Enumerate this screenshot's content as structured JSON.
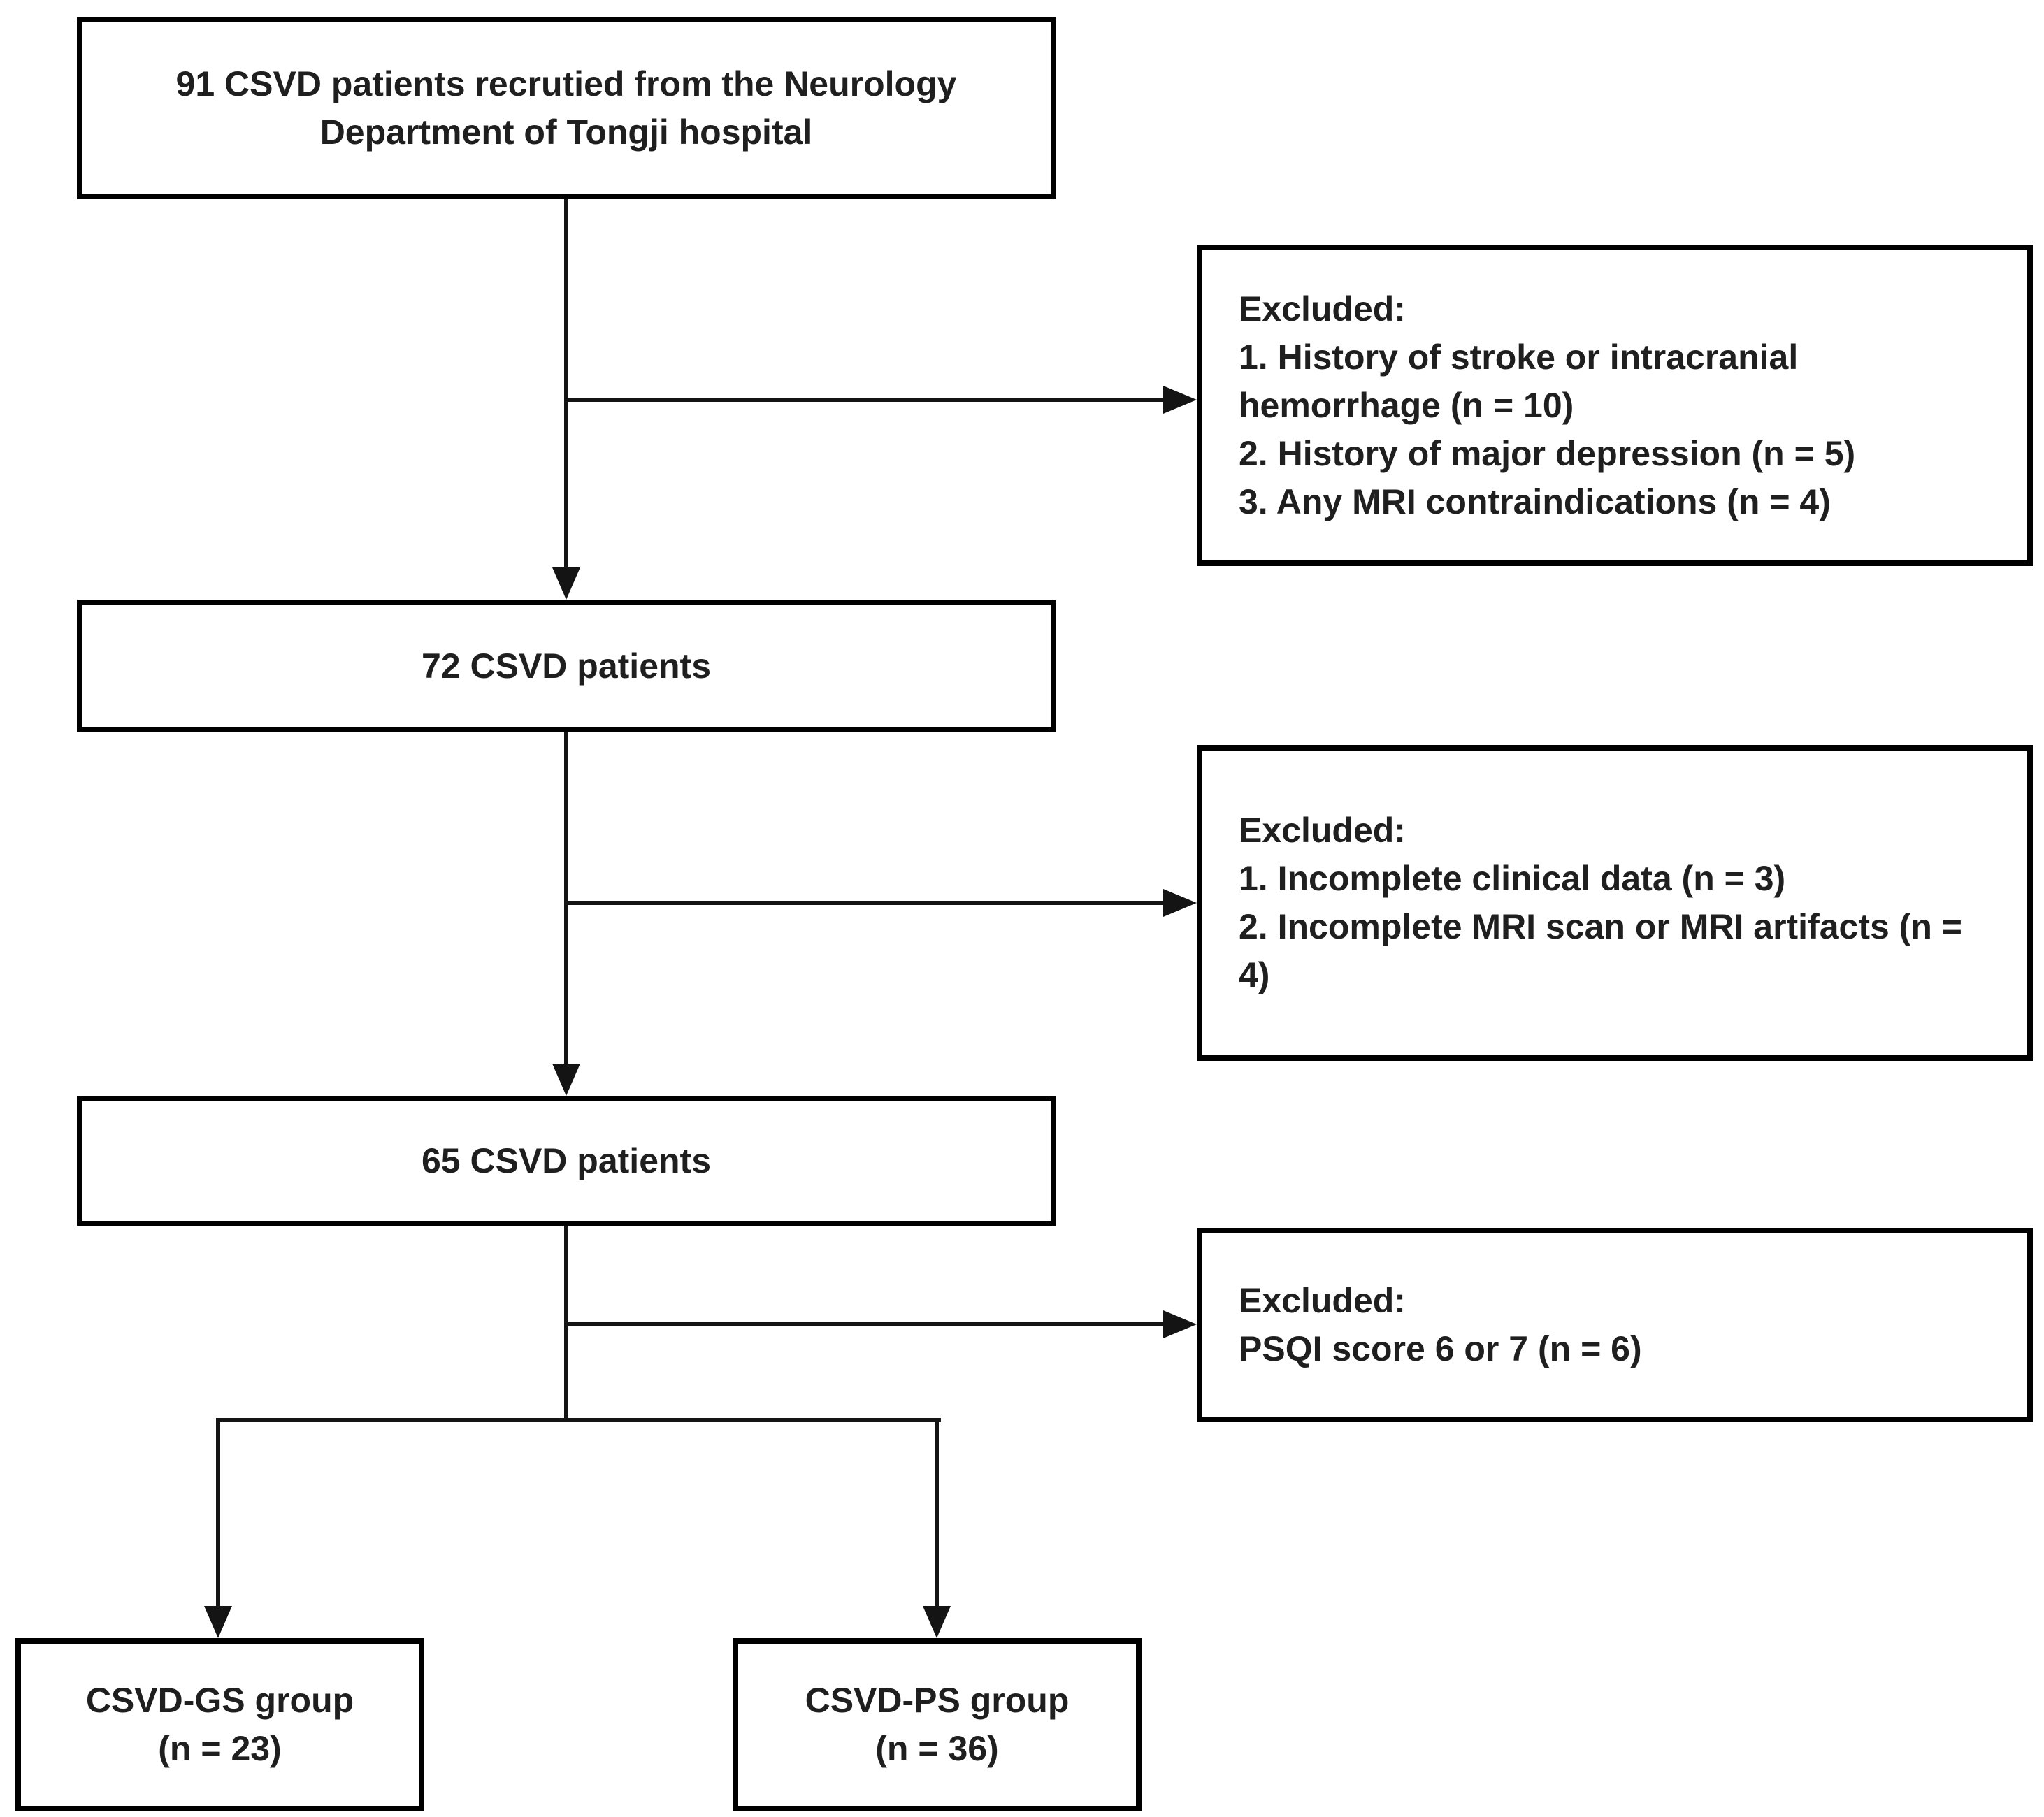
{
  "flowchart": {
    "nodes": {
      "recruited": {
        "label": "91 CSVD patients recrutied from the Neurology Department of Tongji hospital"
      },
      "after_first_exclusion": {
        "label": "72 CSVD patients"
      },
      "after_second_exclusion": {
        "label": "65 CSVD patients"
      },
      "group_gs": {
        "line1": "CSVD-GS group",
        "line2": "(n = 23)"
      },
      "group_ps": {
        "line1": "CSVD-PS group",
        "line2": "(n = 36)"
      }
    },
    "exclusions": [
      {
        "title": "Excluded:",
        "items": [
          "1. History of stroke or intracranial hemorrhage (n = 10)",
          "2. History of major depression (n = 5)",
          "3. Any MRI contraindications (n = 4)"
        ]
      },
      {
        "title": "Excluded:",
        "items": [
          "1. Incomplete clinical data (n = 3)",
          "2. Incomplete MRI scan or MRI artifacts (n = 4)"
        ]
      },
      {
        "title": "Excluded:",
        "items": [
          "PSQI score 6 or 7 (n = 6)"
        ]
      }
    ],
    "colors": {
      "background": "#ffffff",
      "box_border": "#000000",
      "line": "#141414",
      "text": "#1f1f1f"
    }
  }
}
